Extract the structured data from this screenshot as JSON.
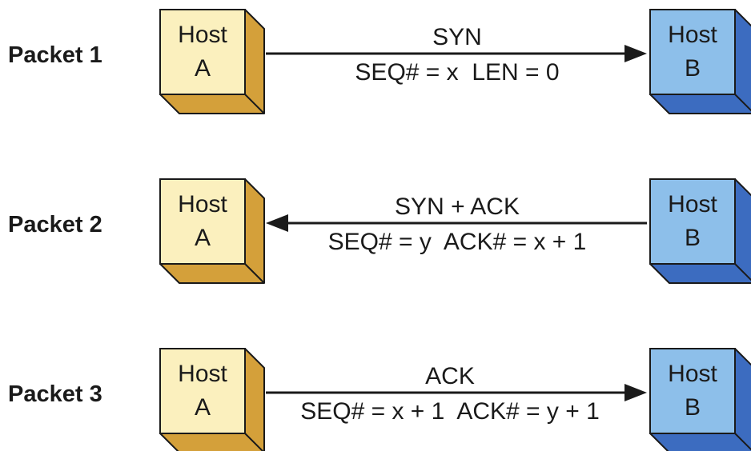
{
  "colors": {
    "host_a_face": "#FBF0BE",
    "host_a_side": "#D4A03A",
    "host_b_face": "#8DBFEA",
    "host_b_side": "#3C6CC0",
    "outline": "#1a1a1a",
    "arrow": "#1a1a1a"
  },
  "rows": [
    {
      "label": "Packet 1",
      "host_a": {
        "line1": "Host",
        "line2": "A"
      },
      "host_b": {
        "line1": "Host",
        "line2": "B"
      },
      "direction": "A-to-B",
      "message_top": "SYN",
      "message_bottom": "SEQ# = x  LEN = 0"
    },
    {
      "label": "Packet 2",
      "host_a": {
        "line1": "Host",
        "line2": "A"
      },
      "host_b": {
        "line1": "Host",
        "line2": "B"
      },
      "direction": "B-to-A",
      "message_top": "SYN + ACK",
      "message_bottom": "SEQ# = y  ACK# = x + 1"
    },
    {
      "label": "Packet 3",
      "host_a": {
        "line1": "Host",
        "line2": "A"
      },
      "host_b": {
        "line1": "Host",
        "line2": "B"
      },
      "direction": "A-to-B",
      "message_top": "ACK",
      "message_bottom": "SEQ# = x + 1  ACK# = y + 1"
    }
  ]
}
